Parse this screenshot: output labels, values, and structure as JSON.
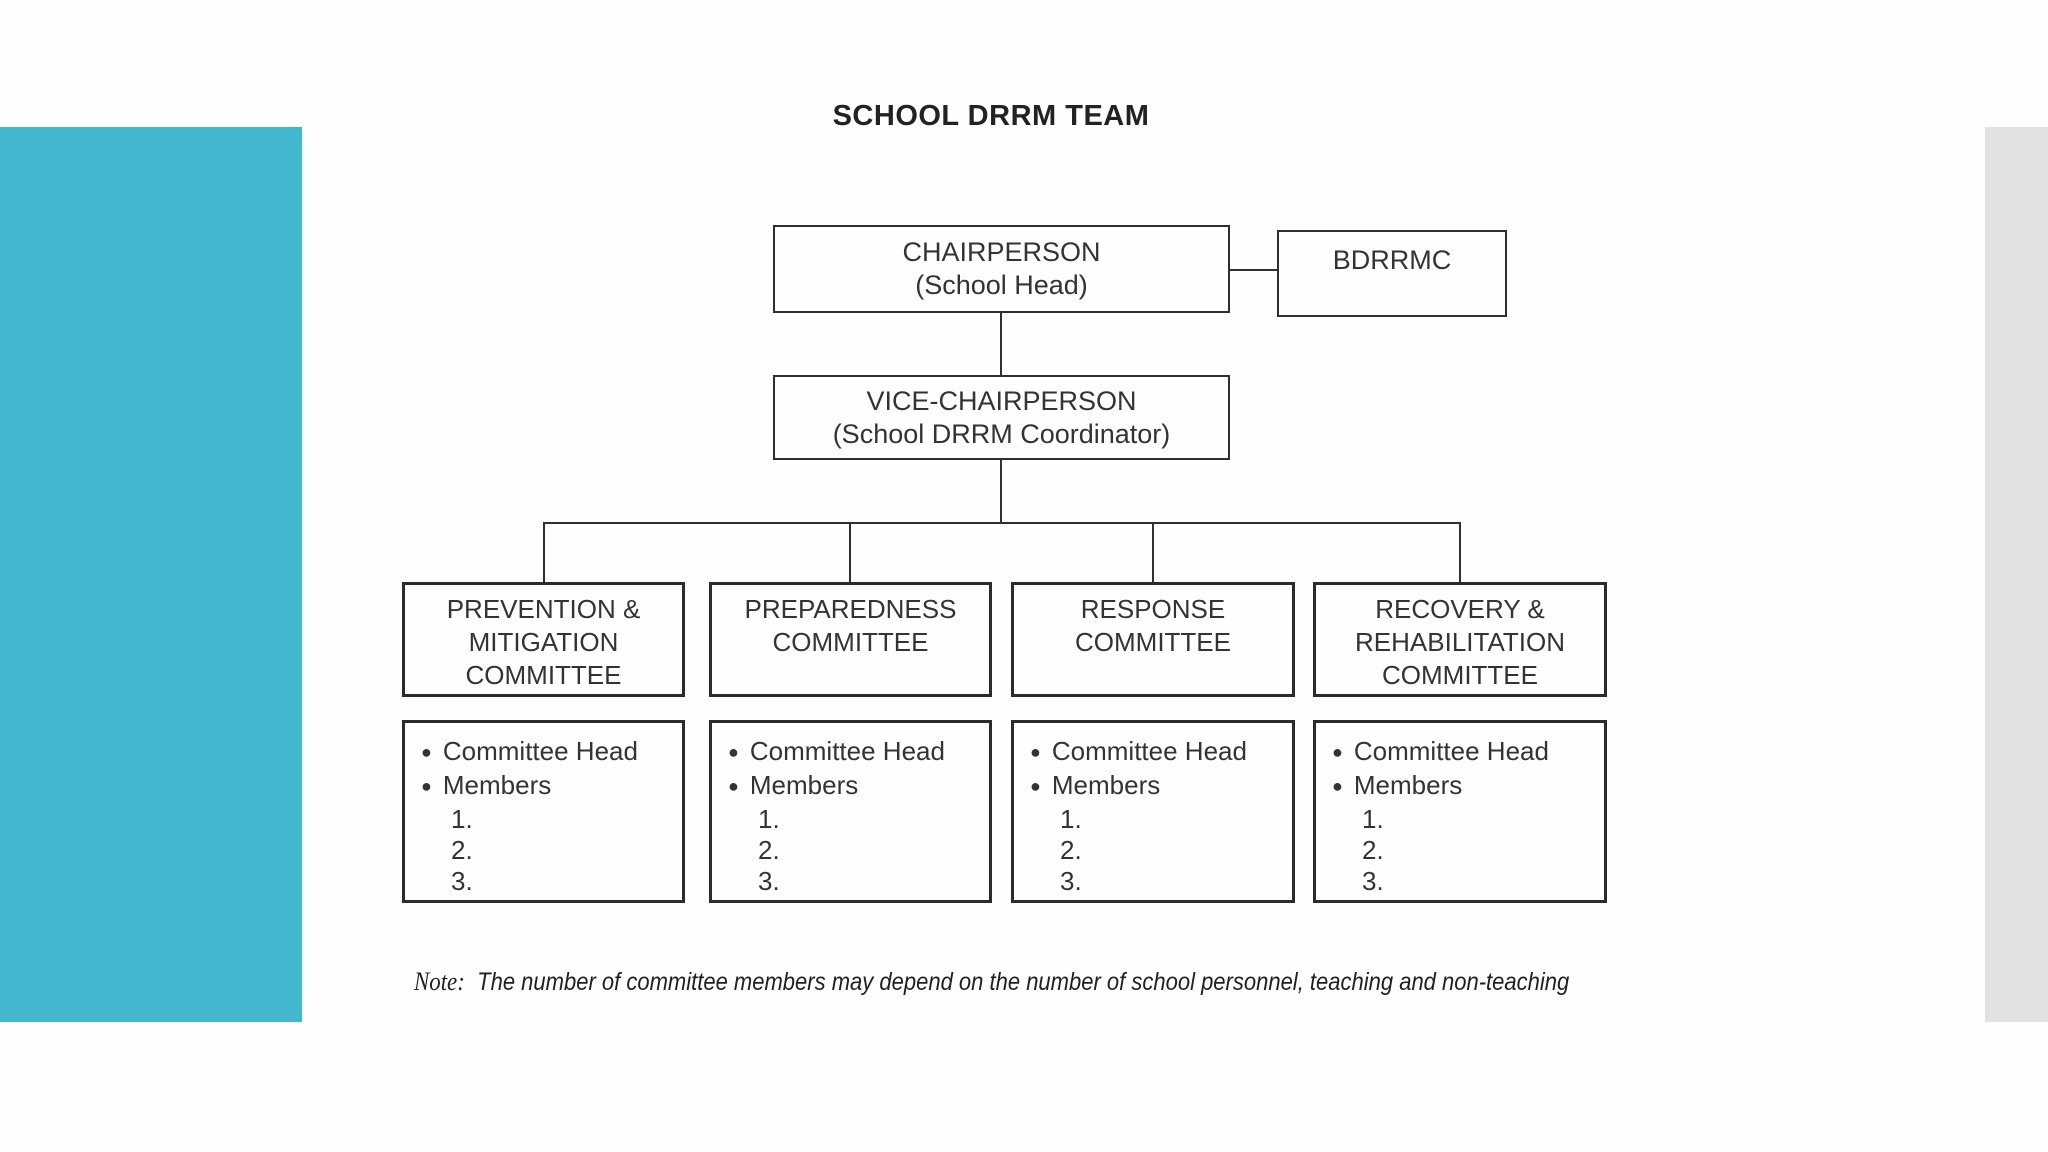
{
  "title": "SCHOOL DRRM TEAM",
  "colors": {
    "left_accent_bar": "#42b7ce",
    "right_accent_bar": "#e2e2e2",
    "box_border": "#2b2b2b",
    "text": "#333333"
  },
  "chart": {
    "chairperson": {
      "title": "CHAIRPERSON",
      "subtitle": "(School Head)"
    },
    "bdrrmc": {
      "title": "BDRRMC"
    },
    "vice_chairperson": {
      "title": "VICE-CHAIRPERSON",
      "subtitle": "(School DRRM Coordinator)"
    },
    "committees": [
      {
        "lines": [
          "PREVENTION &",
          "MITIGATION",
          "COMMITTEE"
        ]
      },
      {
        "lines": [
          "PREPAREDNESS",
          "COMMITTEE"
        ]
      },
      {
        "lines": [
          "RESPONSE",
          "COMMITTEE"
        ]
      },
      {
        "lines": [
          "RECOVERY &",
          "REHABILITATION",
          "COMMITTEE"
        ]
      }
    ],
    "member_list": {
      "bullet_char": "●",
      "bullets": [
        "Committee Head",
        "Members"
      ],
      "numbers": [
        "1.",
        "2.",
        "3."
      ]
    }
  },
  "note": {
    "label": "Note:",
    "text": "The number of committee members may depend on the number of school personnel, teaching and non-teaching"
  }
}
